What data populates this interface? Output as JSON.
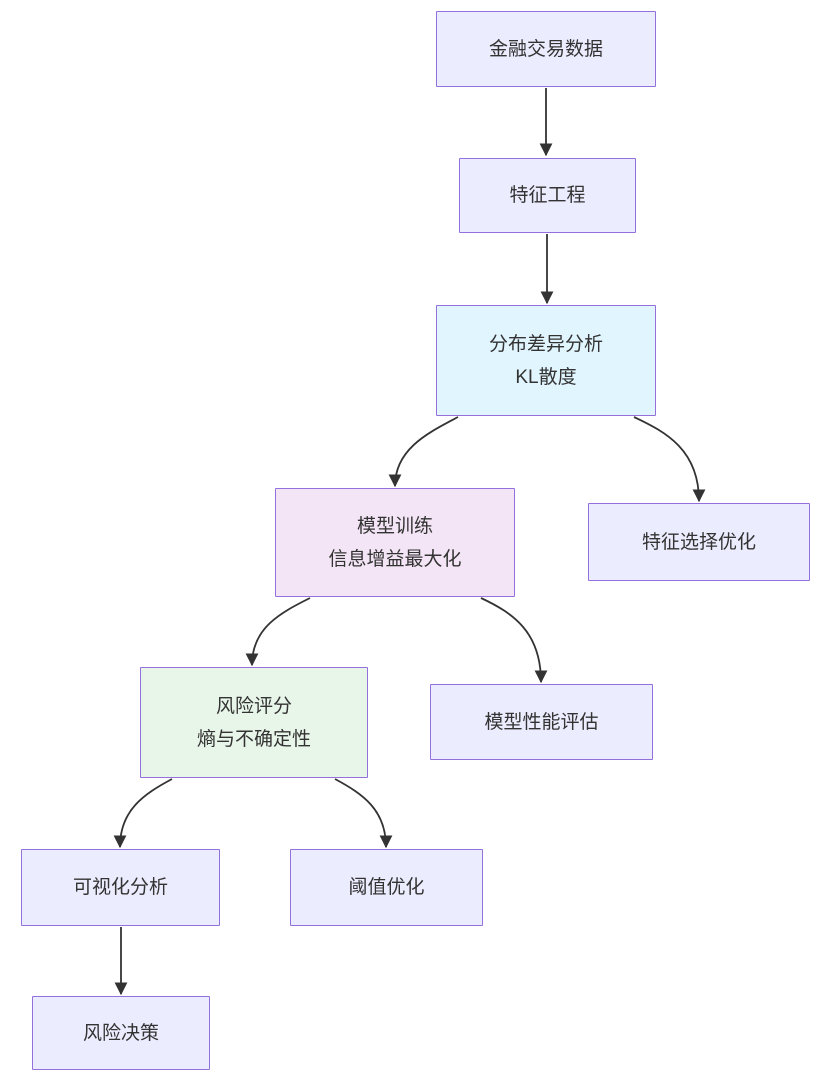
{
  "diagram": {
    "type": "flowchart",
    "direction": "top-down",
    "nodes": [
      {
        "id": "financial-transaction-data",
        "lines": [
          "金融交易数据"
        ],
        "variant": "default"
      },
      {
        "id": "feature-engineering",
        "lines": [
          "特征工程"
        ],
        "variant": "default"
      },
      {
        "id": "distribution-difference-analysis",
        "lines": [
          "分布差异分析",
          "KL散度"
        ],
        "variant": "blue"
      },
      {
        "id": "model-training",
        "lines": [
          "模型训练",
          "信息增益最大化"
        ],
        "variant": "pink"
      },
      {
        "id": "feature-selection-optimization",
        "lines": [
          "特征选择优化"
        ],
        "variant": "default"
      },
      {
        "id": "risk-scoring",
        "lines": [
          "风险评分",
          "熵与不确定性"
        ],
        "variant": "green"
      },
      {
        "id": "model-performance-evaluation",
        "lines": [
          "模型性能评估"
        ],
        "variant": "default"
      },
      {
        "id": "visualization-analysis",
        "lines": [
          "可视化分析"
        ],
        "variant": "default"
      },
      {
        "id": "threshold-optimization",
        "lines": [
          "阈值优化"
        ],
        "variant": "default"
      },
      {
        "id": "risk-decision",
        "lines": [
          "风险决策"
        ],
        "variant": "default"
      }
    ],
    "edges": [
      {
        "from": "financial-transaction-data",
        "to": "feature-engineering"
      },
      {
        "from": "feature-engineering",
        "to": "distribution-difference-analysis"
      },
      {
        "from": "distribution-difference-analysis",
        "to": "model-training"
      },
      {
        "from": "distribution-difference-analysis",
        "to": "feature-selection-optimization"
      },
      {
        "from": "model-training",
        "to": "risk-scoring"
      },
      {
        "from": "model-training",
        "to": "model-performance-evaluation"
      },
      {
        "from": "risk-scoring",
        "to": "visualization-analysis"
      },
      {
        "from": "risk-scoring",
        "to": "threshold-optimization"
      },
      {
        "from": "visualization-analysis",
        "to": "risk-decision"
      }
    ],
    "colors": {
      "background": "#FFFFFF",
      "node_default_fill": "#ECECFF",
      "node_blue_fill": "#E1F5FE",
      "node_pink_fill": "#F3E5F5",
      "node_green_fill": "#E8F5E9",
      "node_border": "#9370DB",
      "edge_stroke": "#333333",
      "text": "#333333"
    }
  }
}
